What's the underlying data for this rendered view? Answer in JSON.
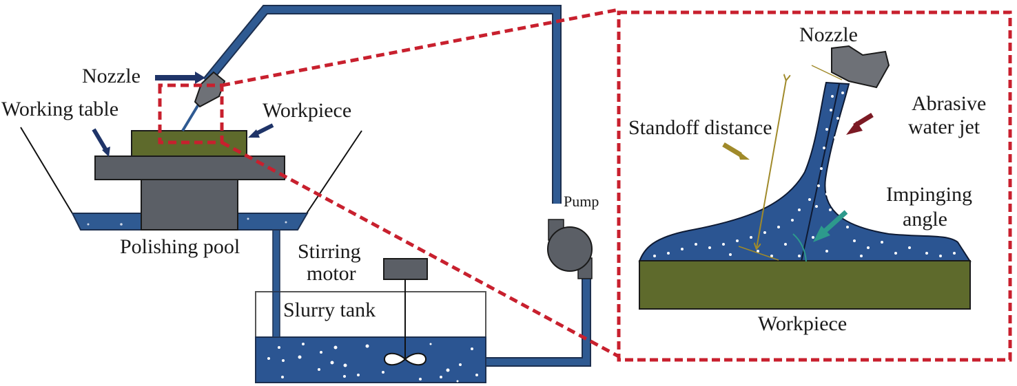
{
  "title": "Abrasive water jet polishing system schematic",
  "colors": {
    "pipe": "#2f5a92",
    "pipe_outline": "#1c2f4f",
    "slurry": "#2b5592",
    "machine_gray": "#5b5f66",
    "nozzle_gray": "#6e7177",
    "workpiece": "#5e6a2c",
    "dashed_red": "#c8202e",
    "arrow_navy": "#1f3468",
    "arrow_gold": "#a08a2a",
    "arrow_maroon": "#7c1a24",
    "arrow_teal": "#2d9a8c",
    "particle": "#ffffff"
  },
  "labels": {
    "nozzle_left": "Nozzle",
    "working_table": "Working table",
    "workpiece_left": "Workpiece",
    "polishing_pool": "Polishing pool",
    "stirring_motor_line1": "Stirring",
    "stirring_motor_line2": "motor",
    "slurry_tank": "Slurry tank",
    "pump": "Pump",
    "nozzle_right": "Nozzle",
    "abrasive_line1": "Abrasive",
    "abrasive_line2": "water jet",
    "standoff_distance": "Standoff distance",
    "impinging_line1": "Impinging",
    "impinging_line2": "angle",
    "workpiece_right": "Workpiece"
  }
}
